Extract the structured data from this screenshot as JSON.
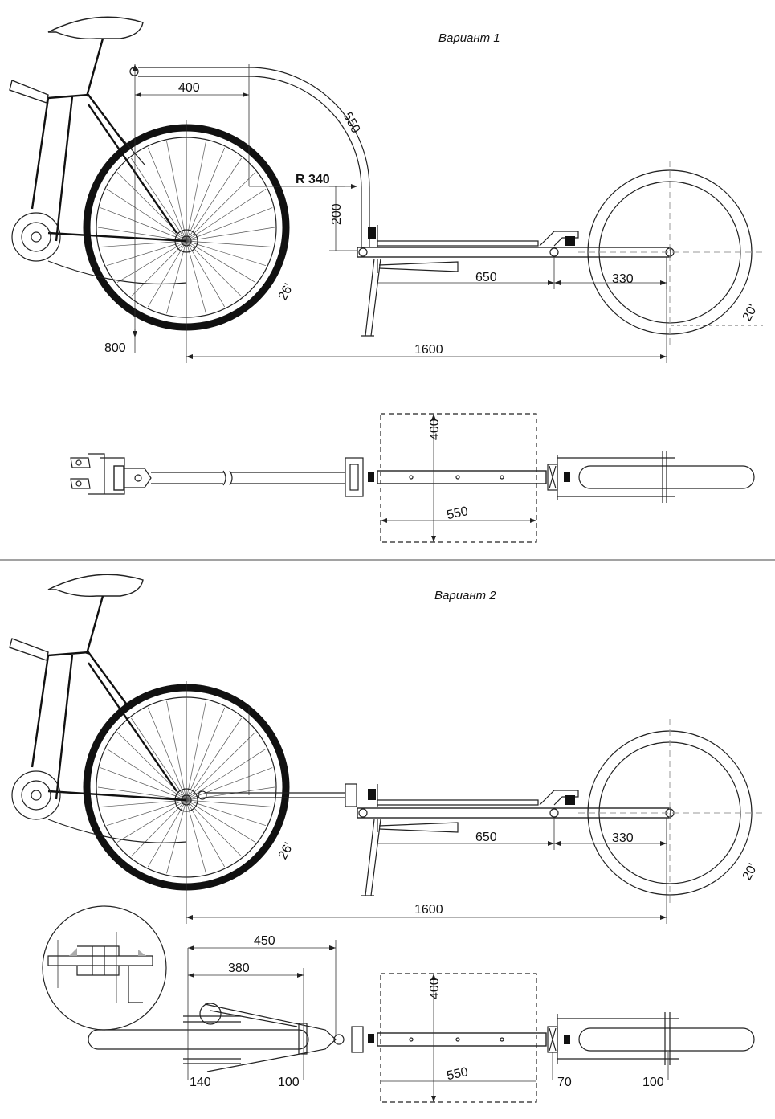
{
  "variant1": {
    "title": "Вариант 1",
    "dims": {
      "d400": "400",
      "d550": "550",
      "r340": "R 340",
      "d200": "200",
      "d650": "650",
      "d330": "330",
      "d1600": "1600",
      "d800": "800",
      "wheel26": "26'",
      "wheel20": "20'",
      "top400": "400",
      "top550": "550"
    }
  },
  "variant2": {
    "title": "Вариант 2",
    "dims": {
      "d650": "650",
      "d330": "330",
      "d1600": "1600",
      "wheel26": "26'",
      "wheel20": "20'",
      "d450": "450",
      "d380": "380",
      "d140": "140",
      "d100a": "100",
      "top400": "400",
      "top550": "550",
      "d70": "70",
      "d100b": "100"
    }
  }
}
